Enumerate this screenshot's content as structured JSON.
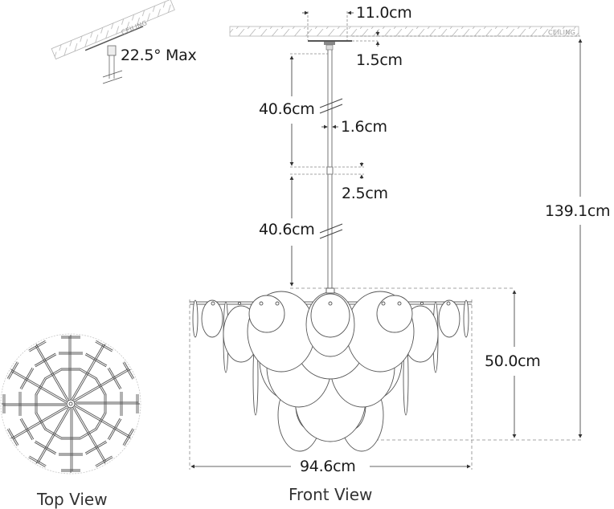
{
  "tilt_detail": {
    "ceiling_label": "CEILING",
    "angle_label": "22.5° Max"
  },
  "front_view": {
    "title": "Front View",
    "ceiling_label": "CEILING",
    "dimensions": {
      "canopy_width": "11.0cm",
      "canopy_height": "1.5cm",
      "stem_upper_length": "40.6cm",
      "stem_diameter": "1.6cm",
      "coupler_height": "2.5cm",
      "stem_lower_length": "40.6cm",
      "overall_height": "139.1cm",
      "fixture_height": "50.0cm",
      "fixture_width": "94.6cm"
    }
  },
  "top_view": {
    "title": "Top View"
  },
  "colors": {
    "line": "#4a4a4a",
    "dim_line": "#333333",
    "dashed": "#8a8a8a",
    "hatch": "#b5b5b5",
    "text": "#1a1a1a"
  }
}
